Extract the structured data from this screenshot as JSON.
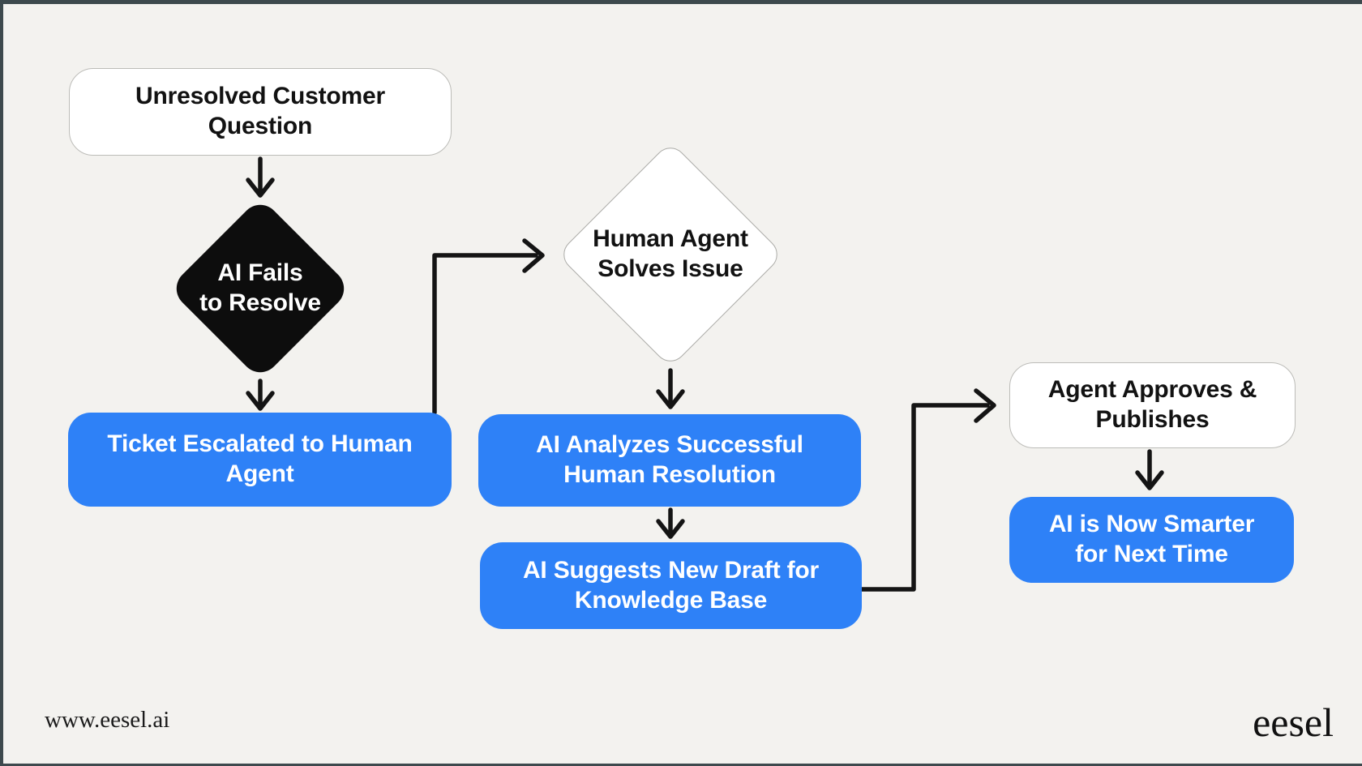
{
  "nodes": {
    "unresolved": {
      "lines": [
        "Unresolved Customer",
        "Question"
      ]
    },
    "ai_fails": {
      "lines": [
        "AI Fails",
        "to Resolve"
      ]
    },
    "ticket_escalated": {
      "lines": [
        "Ticket Escalated to Human",
        "Agent"
      ]
    },
    "human_solves": {
      "lines": [
        "Human Agent",
        "Solves Issue"
      ]
    },
    "ai_analyzes": {
      "lines": [
        "AI Analyzes Successful",
        "Human Resolution"
      ]
    },
    "ai_suggests": {
      "lines": [
        "AI Suggests New Draft for",
        "Knowledge Base"
      ]
    },
    "agent_approves": {
      "lines": [
        "Agent Approves &",
        "Publishes"
      ]
    },
    "ai_smarter": {
      "lines": [
        "AI is Now Smarter",
        "for Next Time"
      ]
    }
  },
  "footer": {
    "website_url": "www.eesel.ai",
    "brand_wordmark": "eesel"
  },
  "colors": {
    "background": "#f3f2ef",
    "node_blue": "#2e81f7",
    "node_black": "#0d0d0d",
    "node_white": "#ffffff",
    "arrow": "#141414",
    "edge": "#3d494d"
  }
}
